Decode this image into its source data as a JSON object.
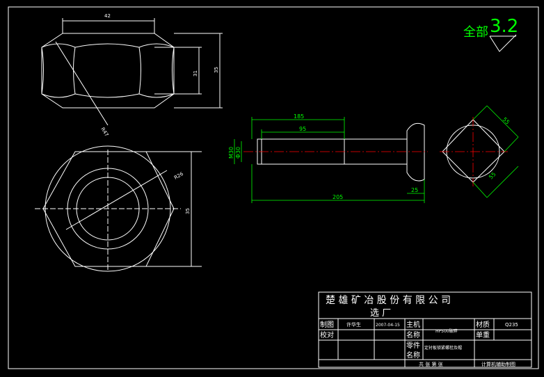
{
  "surface_finish": {
    "prefix": "全部",
    "value": "3.2"
  },
  "nut_dims": {
    "width": "42",
    "height_inner": "31",
    "height_outer": "35",
    "diag": "R47",
    "radius": "R26",
    "across_flats": "35"
  },
  "bolt_dims": {
    "length_185": "185",
    "length_95": "95",
    "d1": "M30",
    "d2": "Ф30",
    "total_205": "205",
    "head_25": "25"
  },
  "head_dims": {
    "side_a": "55",
    "side_b": "55"
  },
  "title_block": {
    "company": "楚 雄 矿 冶 股 份 有 限 公 司",
    "dept": "选                    厂",
    "r1_label": "制图",
    "r1_name": "许华生",
    "r1_date": "2007-04-15",
    "r2_label": "校对",
    "main_machine": "主机",
    "name_label1": "名称",
    "main_value": "HP500破碎",
    "material_label": "材质",
    "material_value": "Q235",
    "weight_label": "单重",
    "part_label": "零件",
    "name_label2": "名称",
    "part_value": "定衬板锁紧螺栓及帽",
    "footer_left": "共   张   第   张",
    "footer_right": "计算机辅助制图"
  }
}
